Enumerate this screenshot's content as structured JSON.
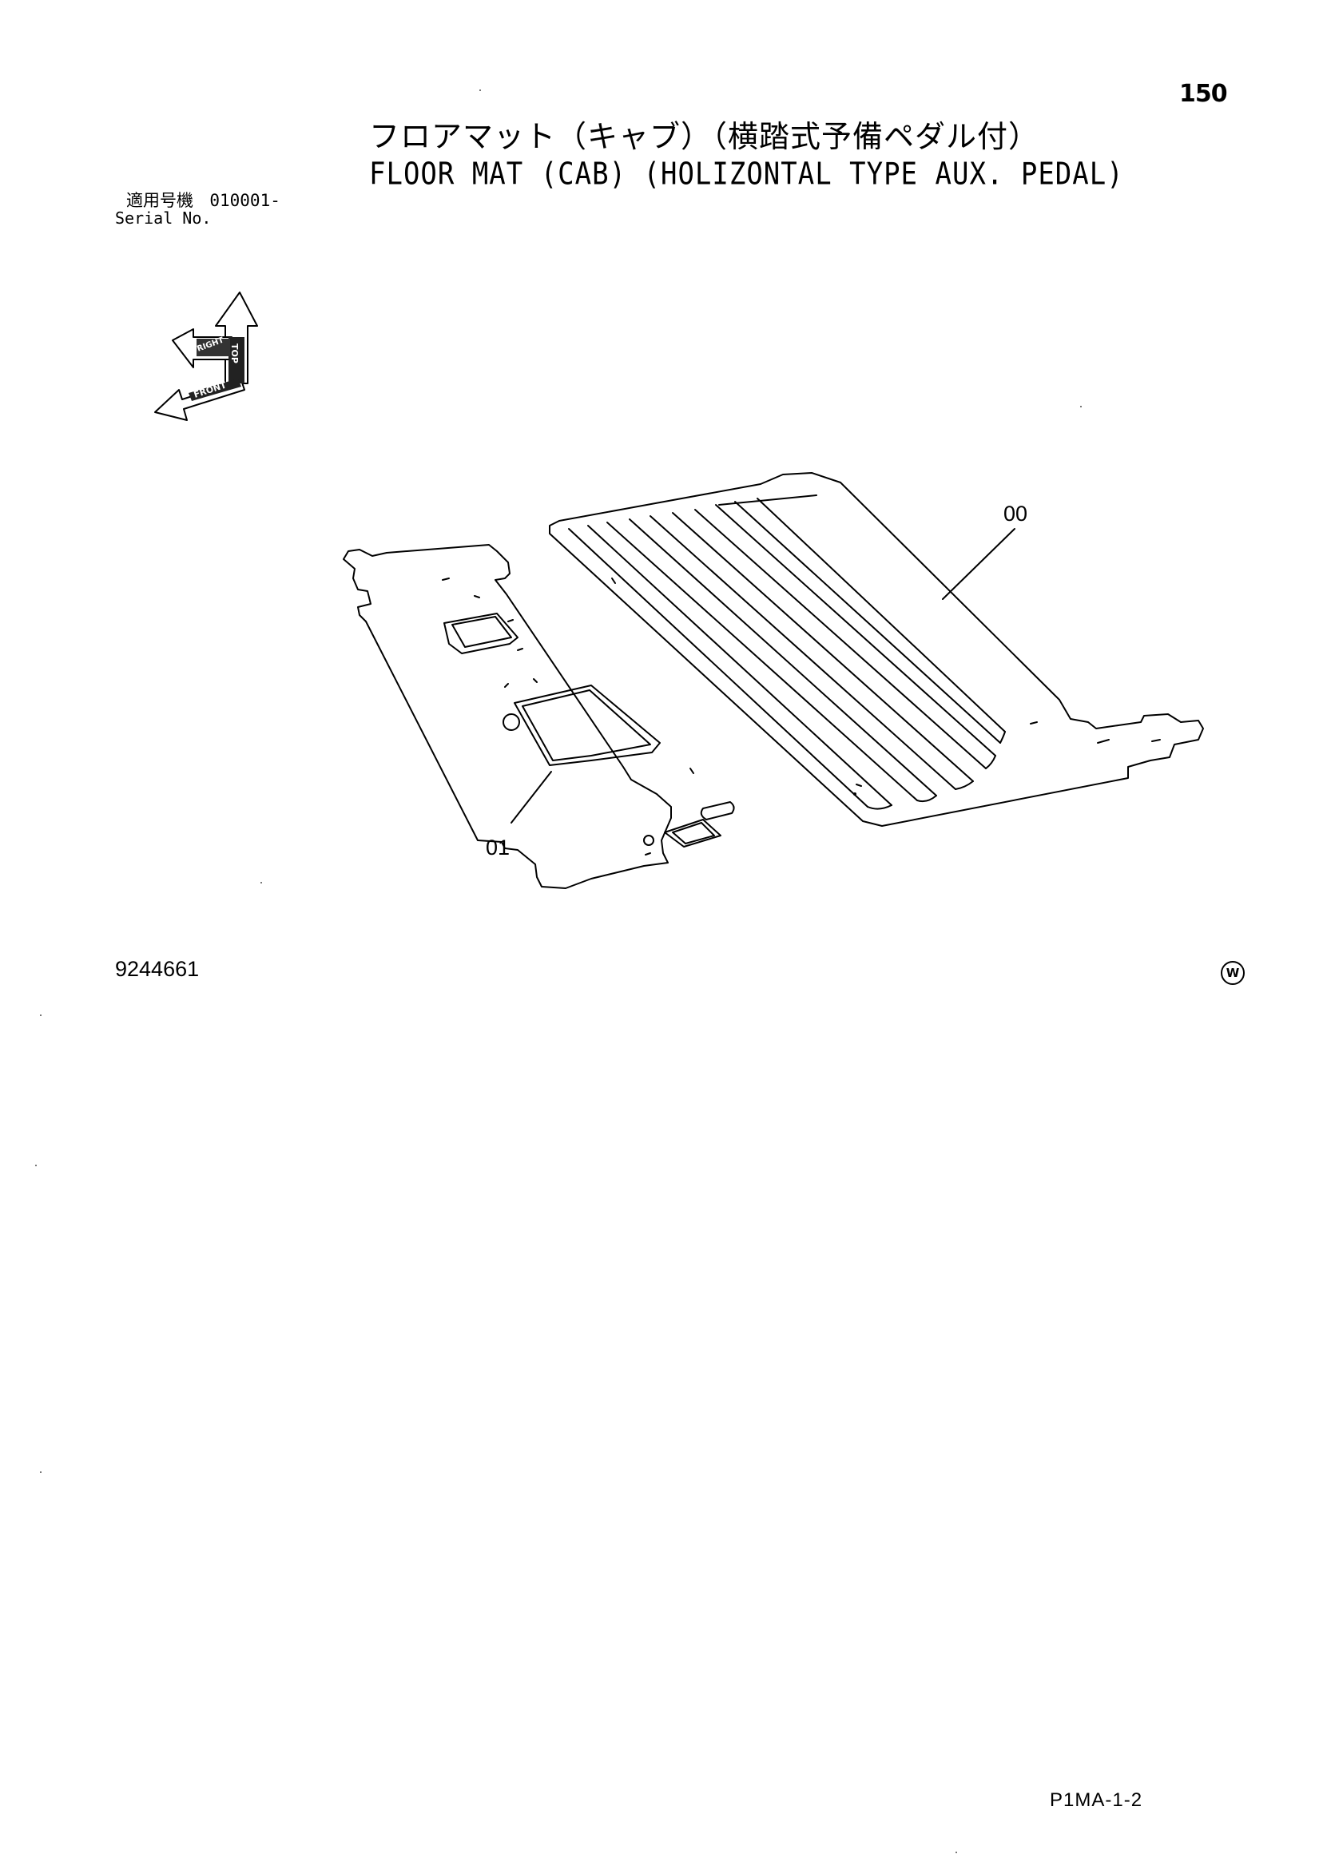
{
  "page": {
    "number": "150",
    "title_jp": "フロアマット（キャブ）（横踏式予備ペダル付）",
    "title_en": "FLOOR MAT (CAB) (HOLIZONTAL TYPE AUX. PEDAL)",
    "serial_label_jp": "適用号機",
    "serial_value": "010001-",
    "serial_label_en": "Serial No.",
    "drawing_number": "9244661",
    "w_mark": "W",
    "footer_code": "P1MA-1-2"
  },
  "orientation": {
    "labels": [
      "TOP",
      "RIGHT",
      "FRONT"
    ]
  },
  "parts": {
    "callout_00": "00",
    "callout_01": "01"
  }
}
